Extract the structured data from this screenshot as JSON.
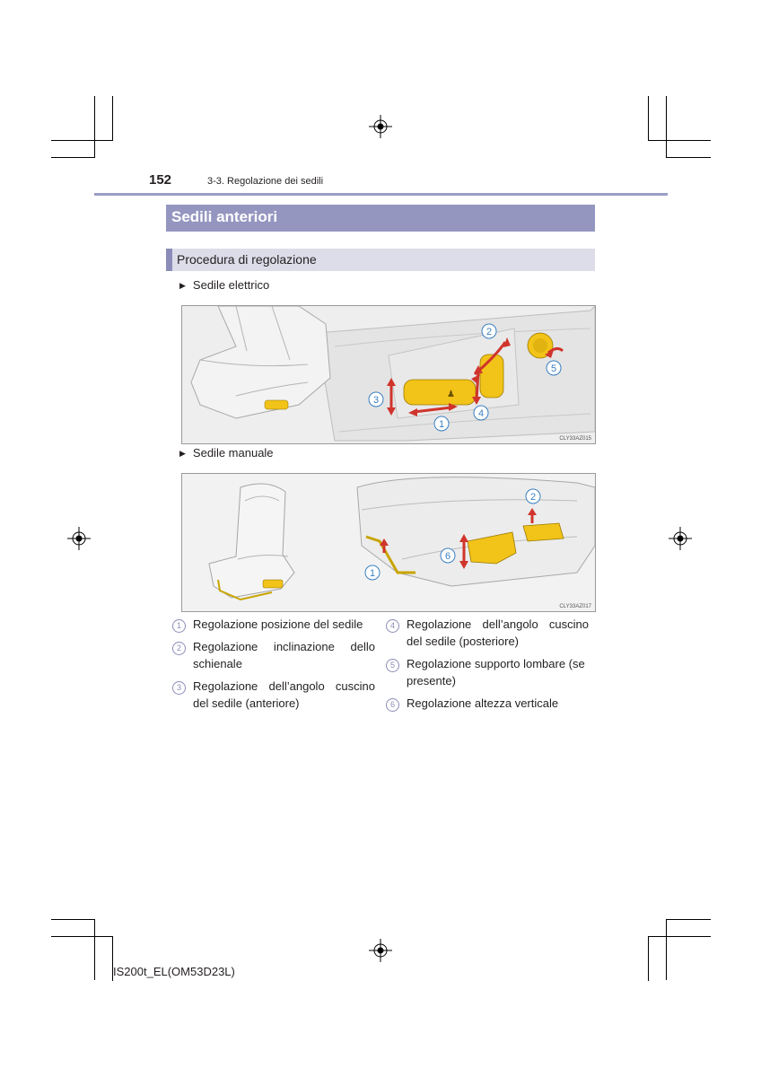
{
  "header": {
    "page_number": "152",
    "section": "3-3. Regolazione dei sedili"
  },
  "title": "Sedili anteriori",
  "subtitle": "Procedura di regolazione",
  "figures": [
    {
      "bullet": "Sedile elettrico",
      "code": "CLY33AZ015",
      "callouts": [
        "1",
        "2",
        "3",
        "4",
        "5"
      ]
    },
    {
      "bullet": "Sedile manuale",
      "code": "CLY33AZ017",
      "callouts": [
        "1",
        "2",
        "6"
      ]
    }
  ],
  "legend": [
    {
      "num": "1",
      "text": "Regolazione posizione del sedile"
    },
    {
      "num": "2",
      "text": "Regolazione inclinazione dello schienale"
    },
    {
      "num": "3",
      "text": "Regolazione dell’angolo cuscino del sedile (anteriore)"
    },
    {
      "num": "4",
      "text": "Regolazione dell’angolo cuscino del sedile (posteriore)"
    },
    {
      "num": "5",
      "text": "Regolazione supporto lombare (se presente)"
    },
    {
      "num": "6",
      "text": "Regolazione altezza verticale"
    }
  ],
  "footer": "IS200t_EL(OM53D23L)",
  "colors": {
    "accent": "#9496c0",
    "subheader_bg": "#dcdde9",
    "arrow": "#d0342c",
    "switch": "#f2c318",
    "callout": "#3a7fc1"
  }
}
